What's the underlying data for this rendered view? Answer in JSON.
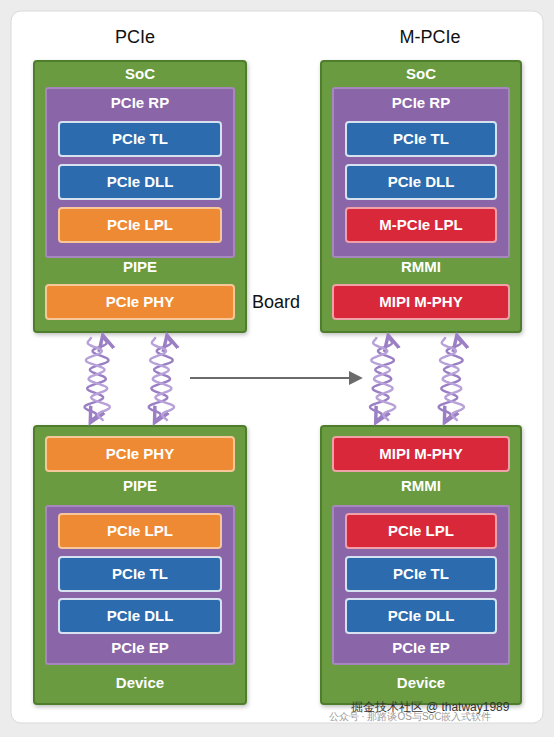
{
  "diagram": {
    "nodes": [
      {
        "text": [
          "SoC",
          "PIPE"
        ]
      },
      {
        "text": [
          "PCIe RP"
        ],
        "in": 0
      },
      {
        "text": [
          "PCIe TL"
        ],
        "in": 1
      },
      {
        "text": [
          "PCIe DLL"
        ],
        "in": 1
      },
      {
        "text": [
          "PCIe LPL"
        ],
        "in": 1
      },
      {
        "text": [
          "PCIe PHY"
        ],
        "in": 0
      },
      {
        "text": [
          "SoC",
          "RMMI"
        ]
      },
      {
        "text": [
          "PCIe RP"
        ],
        "in": 6
      },
      {
        "text": [
          "PCIe TL"
        ],
        "in": 7
      },
      {
        "text": [
          "PCIe DLL"
        ],
        "in": 7
      },
      {
        "text": [
          "M-PCIe LPL"
        ],
        "in": 7
      },
      {
        "text": [
          "MIPI M-PHY"
        ],
        "in": 6
      },
      {
        "text": [
          "PIPE",
          "Device"
        ]
      },
      {
        "text": [
          "PCIe PHY"
        ],
        "in": 12
      },
      {
        "text": [
          "PCIe EP"
        ],
        "in": 12
      },
      {
        "text": [
          "PCIe LPL"
        ],
        "in": 14
      },
      {
        "text": [
          "PCIe TL"
        ],
        "in": 14
      },
      {
        "text": [
          "PCIe DLL"
        ],
        "in": 14
      },
      {
        "text": [
          "RMMI",
          "Device"
        ]
      },
      {
        "text": [
          "MIPI M-PHY"
        ],
        "in": 18
      },
      {
        "text": [
          "PCIe EP"
        ],
        "in": 18
      },
      {
        "text": [
          "PCIe LPL"
        ],
        "in": 20
      },
      {
        "text": [
          "PCIe TL"
        ],
        "in": 20
      },
      {
        "text": [
          "PCIe DLL"
        ],
        "in": 20
      }
    ],
    "edges": [
      {
        "from": 0,
        "to": 12,
        "arrow": "both"
      },
      {
        "from": 0,
        "to": 12,
        "arrow": "both"
      },
      {
        "from": 6,
        "to": 18,
        "arrow": "both"
      },
      {
        "from": 6,
        "to": 18,
        "arrow": "both"
      }
    ],
    "labels": [
      "PCIe",
      "M-PCIe",
      "Board",
      "掘金技术社区 @ thatway1989",
      "公众号 · 那路谈OS与SoC嵌入式软件"
    ]
  }
}
